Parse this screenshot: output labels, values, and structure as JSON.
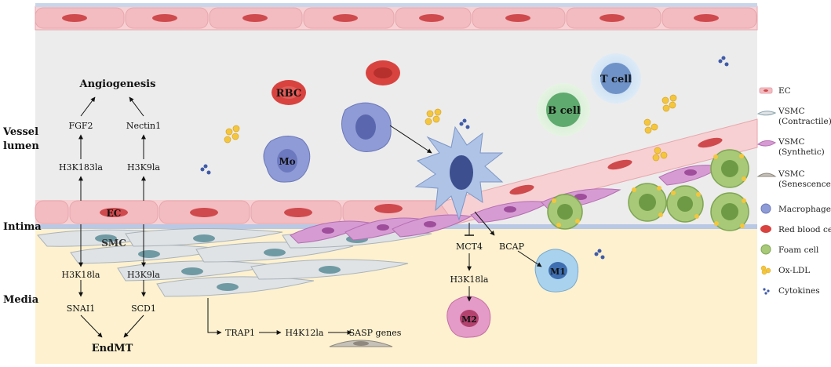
{
  "regions": {
    "vessel_lumen": [
      "Vessel",
      "lumen"
    ],
    "intima": "Intima",
    "media": "Media"
  },
  "cells": {
    "rbc": "RBC",
    "mo": "Mo",
    "b_cell": "B cell",
    "t_cell": "T cell",
    "ec": "EC",
    "smc": "SMC",
    "m1": "M1",
    "m2": "M2"
  },
  "pathway": {
    "angiogenesis": "Angiogenesis",
    "fgf2": "FGF2",
    "nectin1": "Nectin1",
    "h3k183la": "H3K183la",
    "h3k9la_top": "H3K9la",
    "h3k18la_left": "H3K18la",
    "h3k9la_bottom": "H3K9la",
    "snai1": "SNAI1",
    "scd1": "SCD1",
    "endmt": "EndMT",
    "trap1": "TRAP1",
    "h4k12la": "H4K12la",
    "sasp": "SASP genes",
    "mct4": "MCT4",
    "h3k18la_right": "H3K18la",
    "bcap": "BCAP"
  },
  "legend": [
    {
      "icon": "ec-icon",
      "lines": [
        "EC"
      ]
    },
    {
      "icon": "vsmc-contractile-icon",
      "lines": [
        "VSMC",
        "(Contractile)"
      ]
    },
    {
      "icon": "vsmc-synthetic-icon",
      "lines": [
        "VSMC",
        "(Synthetic)"
      ]
    },
    {
      "icon": "vsmc-senescence-icon",
      "lines": [
        "VSMC",
        "(Senescence)"
      ]
    },
    {
      "icon": "macrophage-icon",
      "lines": [
        "Macrophage"
      ]
    },
    {
      "icon": "red-blood-cell-icon",
      "lines": [
        "Red blood cell"
      ]
    },
    {
      "icon": "foam-cell-icon",
      "lines": [
        "Foam cell"
      ]
    },
    {
      "icon": "ox-ldl-icon",
      "lines": [
        "Ox-LDL"
      ]
    },
    {
      "icon": "cytokines-icon",
      "lines": [
        "Cytokines"
      ]
    }
  ],
  "colors": {
    "lumen": "#ececec",
    "media": "#fdf1cf",
    "endothelium": "#f5c9cd",
    "rbc": "#d9433f",
    "macrophage": "#8f9bd6",
    "foam": "#9cc26b",
    "oxldl": "#f4c63d",
    "cytokine": "#3f5aa8",
    "smc_contractile": "#dfe3e6",
    "smc_synthetic": "#d79bd3"
  }
}
